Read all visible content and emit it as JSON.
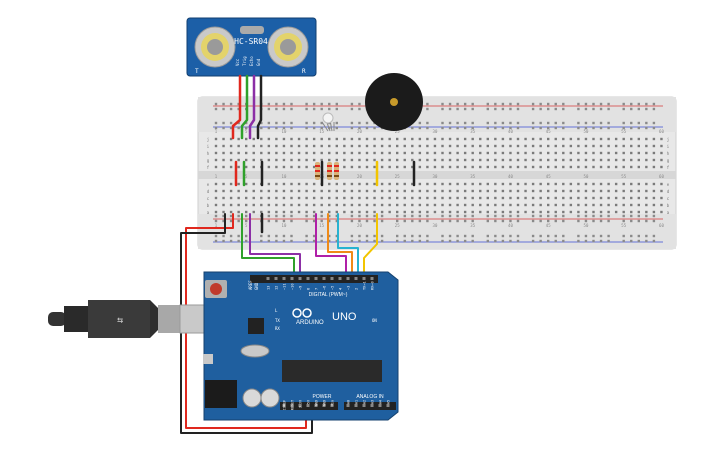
{
  "sensor": {
    "model": "HC-SR04",
    "pins": [
      "Vcc",
      "Trig",
      "Echo",
      "Gnd"
    ],
    "left_mark": "T",
    "right_mark": "R"
  },
  "breadboard": {
    "row_letters_top": [
      "j",
      "i",
      "h",
      "g",
      "f"
    ],
    "row_letters_bottom": [
      "e",
      "d",
      "c",
      "b",
      "a"
    ],
    "column_numbers": [
      "1",
      "5",
      "10",
      "15",
      "20",
      "25",
      "30",
      "35",
      "40",
      "45",
      "50",
      "55",
      "60"
    ]
  },
  "arduino": {
    "model": "UNO",
    "brand": "ARDUINO",
    "digital_label": "DIGITAL (PWM~)",
    "power_label": "POWER",
    "analog_label": "ANALOG IN",
    "aref_label": "AREF",
    "gnd_label": "GND",
    "digital_pins": [
      "13",
      "12",
      "~11",
      "~10",
      "~9",
      "8",
      "7",
      "~6",
      "~5",
      "4",
      "~3",
      "2",
      "TX→1",
      "RX←0"
    ],
    "power_pins": [
      "IOREF",
      "RESET",
      "3.3V",
      "5V",
      "GND",
      "GND",
      "Vin"
    ],
    "analog_pins": [
      "A0",
      "A1",
      "A2",
      "A3",
      "A4",
      "A5"
    ],
    "leds": [
      "L",
      "TX",
      "RX"
    ],
    "on_label": "ON"
  },
  "colors": {
    "red": "#e0281e",
    "black": "#222222",
    "green": "#2fa12b",
    "purple": "#8c2fa6",
    "magenta": "#b020a8",
    "orange": "#ef8a17",
    "cyan": "#27b3d1",
    "yellow": "#f2c500",
    "board_blue": "#1f5f9f",
    "breadboard": "#e6e6e6"
  },
  "icons": {
    "usb_cable": "usb-cable-icon",
    "buzzer": "piezo-buzzer-icon",
    "rgb_led": "rgb-led-icon"
  }
}
